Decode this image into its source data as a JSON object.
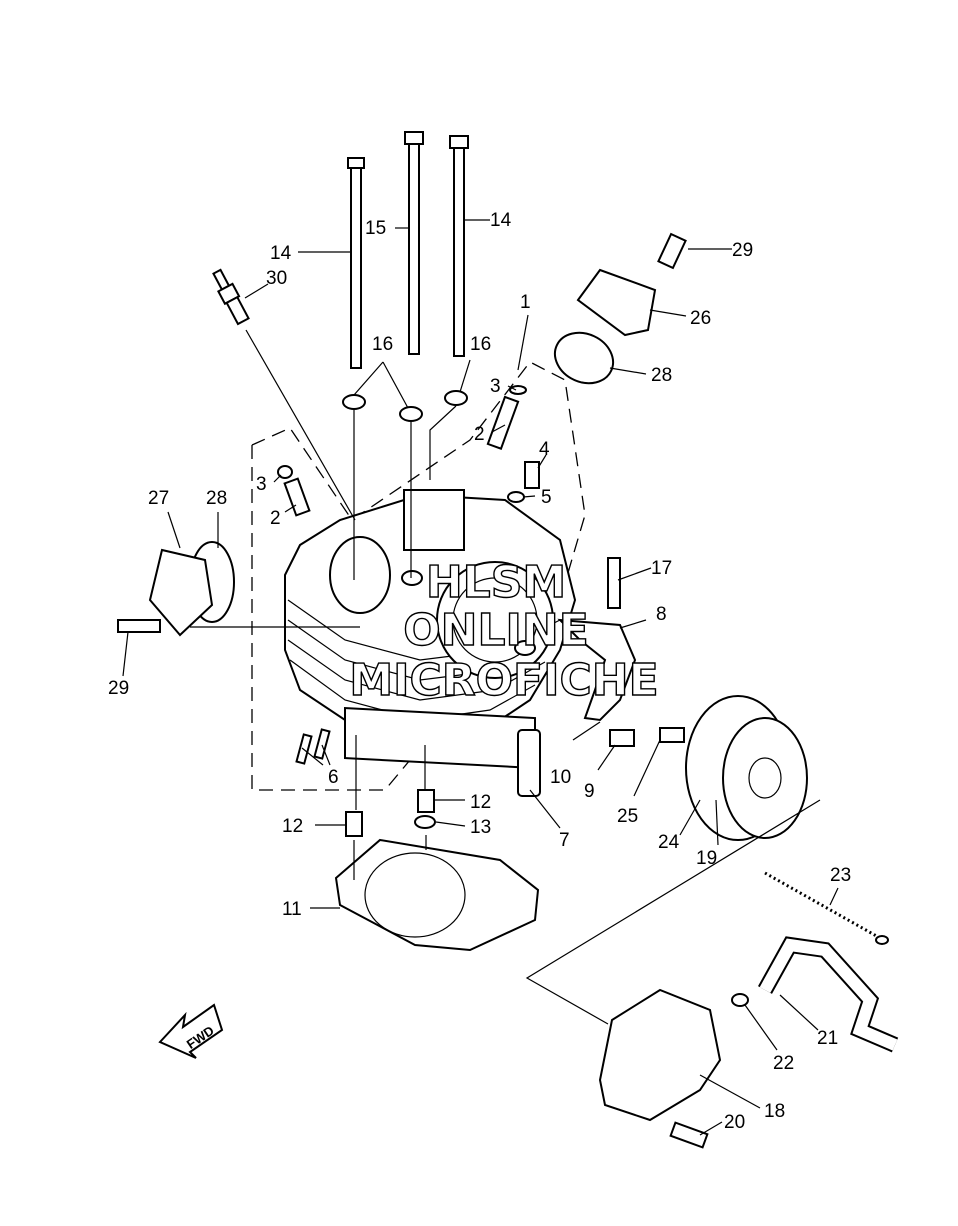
{
  "watermark": [
    "HLSM",
    "ONLINE",
    "MICROFICHE"
  ],
  "fwd_label": "FWD",
  "callouts": [
    "1",
    "2",
    "2",
    "3",
    "3",
    "4",
    "5",
    "6",
    "7",
    "8",
    "9",
    "10",
    "11",
    "12",
    "12",
    "13",
    "14",
    "14",
    "15",
    "16",
    "16",
    "17",
    "18",
    "19",
    "20",
    "21",
    "22",
    "23",
    "24",
    "25",
    "26",
    "27",
    "28",
    "28",
    "29",
    "29",
    "30"
  ]
}
